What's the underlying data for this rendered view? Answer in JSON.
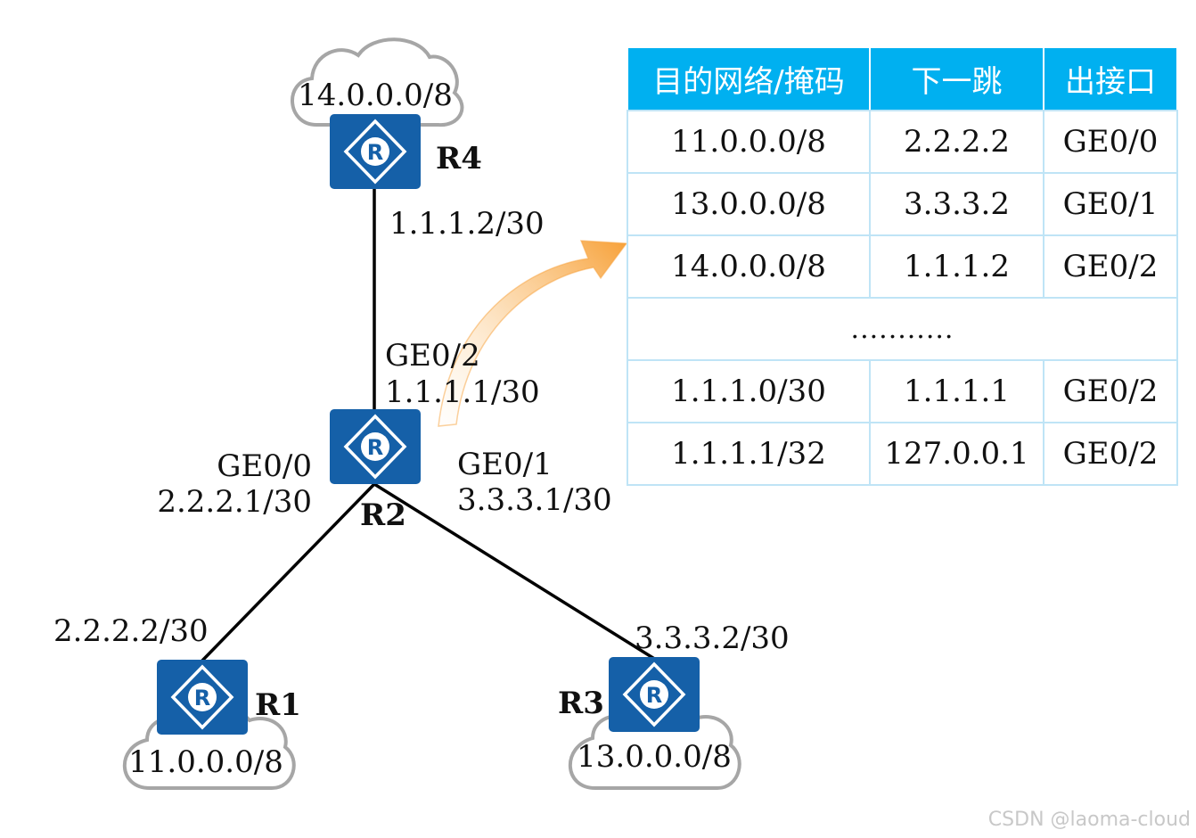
{
  "routers": {
    "r1": {
      "name": "R1"
    },
    "r2": {
      "name": "R2"
    },
    "r3": {
      "name": "R3"
    },
    "r4": {
      "name": "R4"
    }
  },
  "clouds": {
    "r4_net": "14.0.0.0/8",
    "r1_net": "11.0.0.0/8",
    "r3_net": "13.0.0.0/8"
  },
  "interfaces": {
    "r4_ip": "1.1.1.2/30",
    "r2_ge02_name": "GE0/2",
    "r2_ge02_ip": "1.1.1.1/30",
    "r2_ge00_name": "GE0/0",
    "r2_ge00_ip": "2.2.2.1/30",
    "r2_ge01_name": "GE0/1",
    "r2_ge01_ip": "3.3.3.1/30",
    "r1_ip": "2.2.2.2/30",
    "r3_ip": "3.3.3.2/30"
  },
  "table": {
    "headers": [
      "目的网络/掩码",
      "下一跳",
      "出接口"
    ],
    "rows": [
      [
        "11.0.0.0/8",
        "2.2.2.2",
        "GE0/0"
      ],
      [
        "13.0.0.0/8",
        "3.3.3.2",
        "GE0/1"
      ],
      [
        "14.0.0.0/8",
        "1.1.1.2",
        "GE0/2"
      ],
      [
        "1.1.1.0/30",
        "1.1.1.1",
        "GE0/2"
      ],
      [
        "1.1.1.1/32",
        "127.0.0.1",
        "GE0/2"
      ]
    ],
    "ellipsis": "..........."
  },
  "colors": {
    "router_blue": "#1560a8",
    "header_blue": "#00b0f0",
    "arrow_orange": "#f7a23b",
    "cloud_gray": "#a6a6a6"
  },
  "icons": [
    "router-icon",
    "cloud-icon",
    "arrow-icon"
  ],
  "watermark": "CSDN @laoma-cloud"
}
